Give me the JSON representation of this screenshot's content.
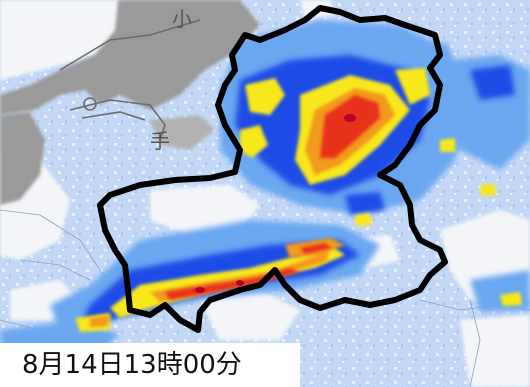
{
  "timestamp": "8月14日13時00分",
  "place_marks": [
    "小",
    "手"
  ],
  "colors": {
    "background_rain_light": "#c3d8f6",
    "rain_medium": "#6aa7f0",
    "rain_heavy": "#1f4be6",
    "rain_yellow": "#f7e81a",
    "rain_orange": "#f29a1c",
    "rain_red": "#e8331c",
    "rain_deep_red": "#b4002a",
    "terrain_gray": "#9a9a9a",
    "no_data_white": "#f3f5f8",
    "boundary": "#000000"
  },
  "icons": [
    "prefecture-boundary-outline"
  ]
}
